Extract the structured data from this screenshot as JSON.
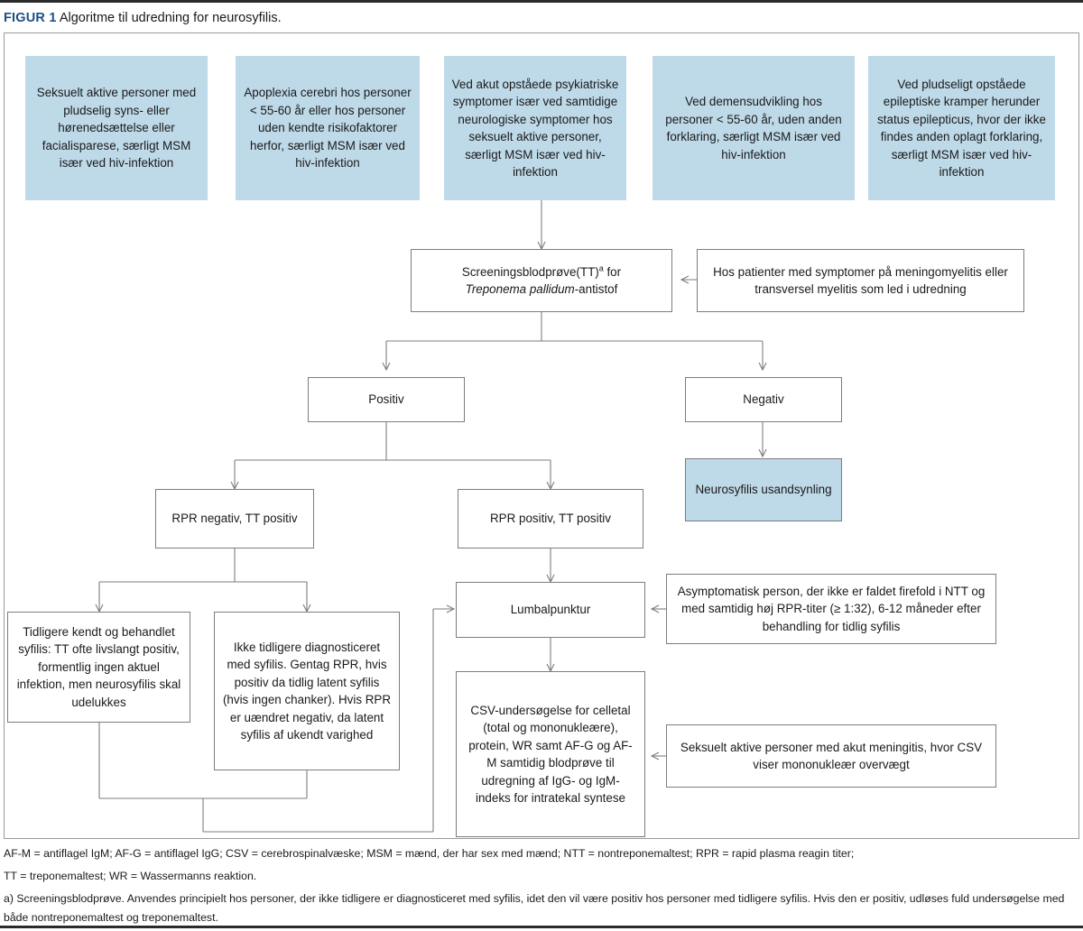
{
  "figure": {
    "tag": "FIGUR 1",
    "title": "Algoritme til udredning for neurosyfilis."
  },
  "colors": {
    "blue_fill": "#bed9e8",
    "box_border": "#7d7d7d",
    "tag_color": "#1b4f86",
    "rule": "#2b2b2b"
  },
  "indications": [
    {
      "id": "ind-1",
      "text": "Seksuelt aktive personer med pludselig syns- eller hørenedsættelse eller facialisparese, særligt MSM især ved hiv-infektion"
    },
    {
      "id": "ind-2",
      "text": "Apoplexia cerebri hos personer < 55-60 år eller hos personer uden kendte risikofaktorer herfor, særligt MSM især ved hiv-infektion"
    },
    {
      "id": "ind-3",
      "text": "Ved akut opståede psykiatriske symptomer især ved samtidige neurologiske symptomer hos seksuelt aktive personer, særligt MSM især ved hiv-infektion"
    },
    {
      "id": "ind-4",
      "text": "Ved demensudvikling hos personer < 55-60 år, uden anden forklaring, særligt MSM især ved hiv-infektion"
    },
    {
      "id": "ind-5",
      "text": "Ved pludseligt opståede epileptiske kramper herunder status epilepticus, hvor der ikke findes anden oplagt forklaring, særligt MSM især ved hiv-infektion"
    }
  ],
  "nodes": {
    "screening": {
      "line1": "Screeningsblodprøve(TT)",
      "footnote_marker": "a",
      "line1_tail": " for",
      "line2_italic": "Treponema pallidum",
      "line2_tail": "-antistof"
    },
    "meningomyelitis": "Hos patienter med symptomer på meningomyelitis eller transversel myelitis som led i udredning",
    "positive": "Positiv",
    "negative": "Negativ",
    "unlikely": "Neurosyfilis usandsynling",
    "rpr_neg": "RPR negativ, TT positiv",
    "rpr_pos": "RPR positiv, TT positiv",
    "known_syphilis": "Tidligere kendt og behandlet syfilis: TT ofte livslangt positiv, formentlig ingen aktuel infektion, men neurosyfilis skal udelukkes",
    "not_diagnosed": "Ikke tidligere diagnosticeret med syfilis. Gentag RPR, hvis positiv da tidlig latent syfilis (hvis ingen chanker). Hvis RPR er uændret negativ, da latent syfilis af ukendt varighed",
    "lumbar_puncture": "Lumbalpunktur",
    "asymptomatic": "Asymptomatisk person, der ikke er faldet firefold i NTT og med samtidig høj RPR-titer (≥ 1:32), 6-12 måneder efter behandling for tidlig syfilis",
    "csv_exam": "CSV-undersøgelse for celletal (total og mononukleære), protein, WR samt AF-G og AF-M samtidig blodprøve til udregning af IgG- og IgM-indeks for intratekal syntese",
    "meningitis": "Seksuelt aktive personer med akut meningitis, hvor CSV viser mononukleær overvægt"
  },
  "footnotes": {
    "abbreviations_line1": "AF-M = antiflagel IgM; AF-G = antiflagel IgG; CSV = cerebrospinalvæske; MSM = mænd, der har sex med mænd; NTT = nontreponemaltest; RPR = rapid plasma reagin titer;",
    "abbreviations_line2": "TT = treponemaltest; WR = Wassermanns reaktion.",
    "note_a": "a) Screeningsblodprøve. Anvendes principielt hos personer, der ikke tidligere er diagnosticeret med syfilis, idet den vil være positiv hos personer med tidligere syfilis. Hvis den er positiv, udløses fuld undersøgelse med både nontreponemaltest og treponemaltest."
  }
}
